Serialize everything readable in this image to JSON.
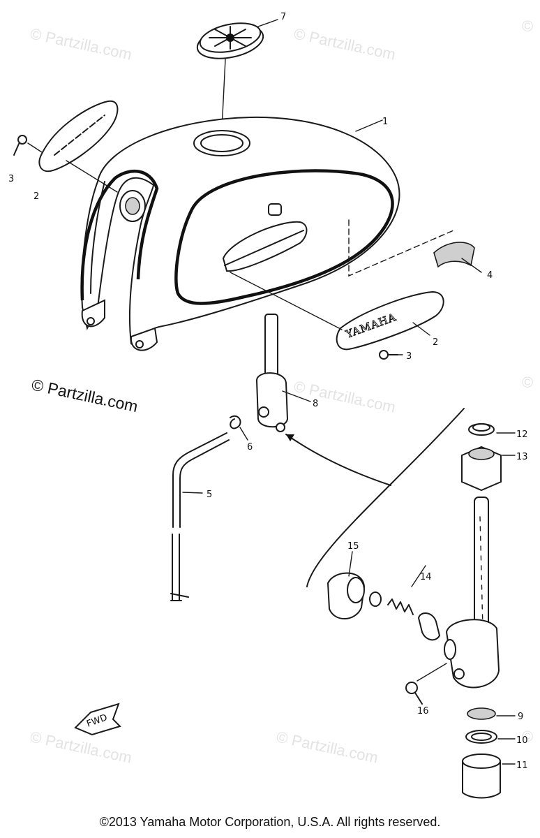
{
  "watermark": {
    "text": "© Partzilla.com",
    "symbol": "©",
    "color": "#e3e3e3"
  },
  "tank_label": "YAMAHA",
  "fwd_label": "FWD",
  "callouts": {
    "c1": "1",
    "c2a": "2",
    "c2b": "2",
    "c3a": "3",
    "c3b": "3",
    "c4": "4",
    "c5": "5",
    "c6": "6",
    "c7": "7",
    "c8": "8",
    "c9": "9",
    "c10": "10",
    "c11": "11",
    "c12": "12",
    "c13": "13",
    "c14": "14",
    "c15": "15",
    "c16": "16"
  },
  "copyright": "©2013 Yamaha Motor Corporation, U.S.A. All rights reserved."
}
